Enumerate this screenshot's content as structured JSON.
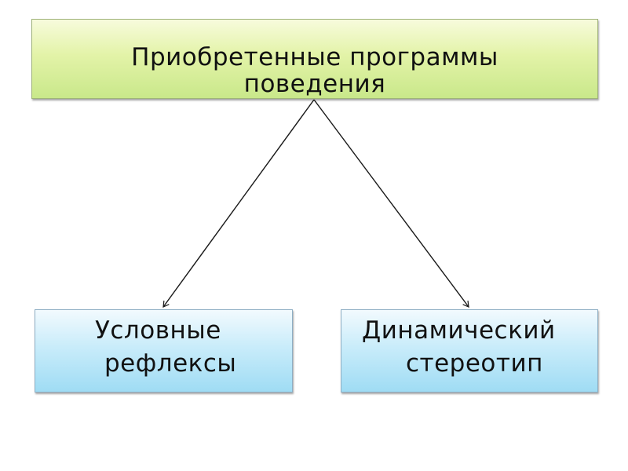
{
  "top_box": {
    "line1": "Приобретенные программы",
    "line2": "поведения"
  },
  "left_box": {
    "line1": "Условные",
    "line2": "рефлексы"
  },
  "right_box": {
    "line1": "Динамический",
    "line2": "стереотип"
  },
  "colors": {
    "top_box_fill": "#d8efa0",
    "bottom_box_fill": "#bfe7f8",
    "arrow": "#1a1a1a"
  }
}
